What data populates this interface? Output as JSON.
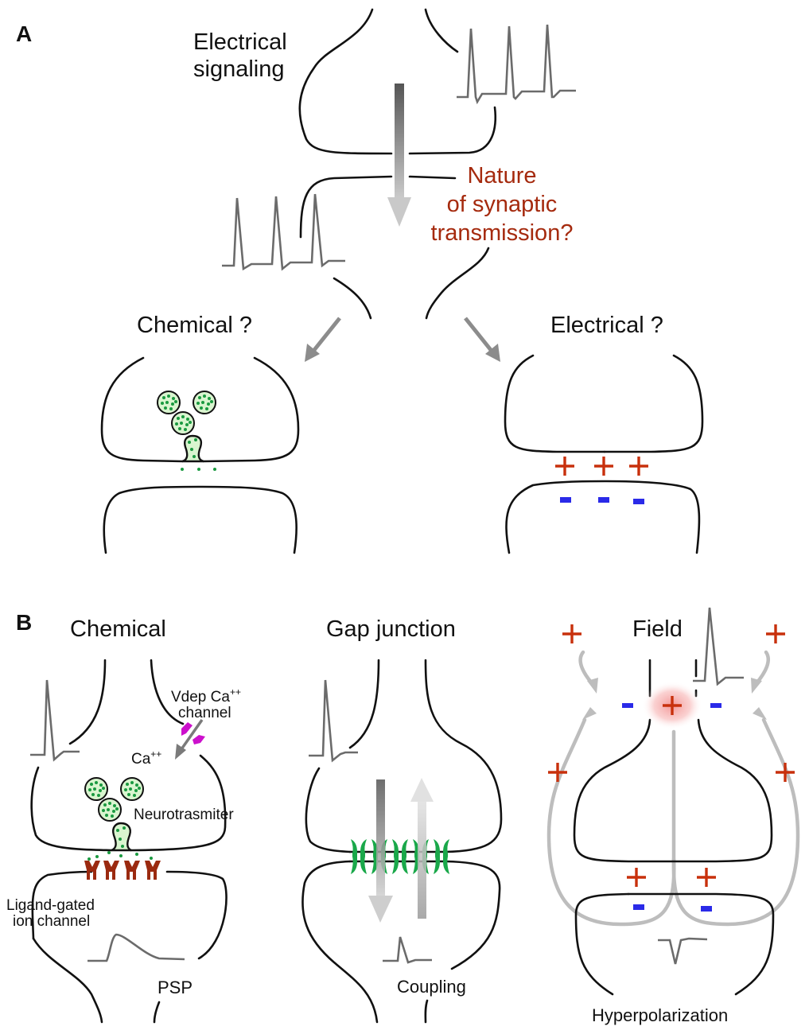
{
  "panels": {
    "A": {
      "letter": "A",
      "top_label_line1": "Electrical",
      "top_label_line2": "signaling",
      "question_line1": "Nature",
      "question_line2": "of synaptic",
      "question_line3": "transmission?",
      "chemical_label": "Chemical ?",
      "electrical_label": "Electrical ?",
      "charges_plus": [
        "+",
        "+",
        "+"
      ],
      "charges_minus": [
        "-",
        "-",
        "-"
      ]
    },
    "B": {
      "letter": "B",
      "chemical": {
        "title": "Chemical",
        "vdep_line1": "Vdep Ca",
        "vdep_sup": "++",
        "vdep_line2": "channel",
        "ca_label": "Ca",
        "ca_sup": "++",
        "neurotransmitter_label": "Neurotrasmiter",
        "ligand_line1": "Ligand-gated",
        "ligand_line2": "ion channel",
        "psp_label": "PSP"
      },
      "gap": {
        "title": "Gap junction",
        "coupling_label": "Coupling"
      },
      "field": {
        "title": "Field",
        "hyper_label": "Hyperpolarization",
        "plus": "+",
        "minus": "-"
      }
    }
  },
  "colors": {
    "membrane": "#111111",
    "trace": "#6b6b6b",
    "question_text": "#a52a0e",
    "plus_charge": "#c8300c",
    "minus_charge": "#2a2ae8",
    "vesicle_fill": "#d9f5cf",
    "neurotransmitter": "#1a9a40",
    "vdep_channel": "#cc10cc",
    "ligand_channel": "#9b2a10",
    "gap_junction": "#1aa84a",
    "field_lines": "#bdbdbd"
  }
}
